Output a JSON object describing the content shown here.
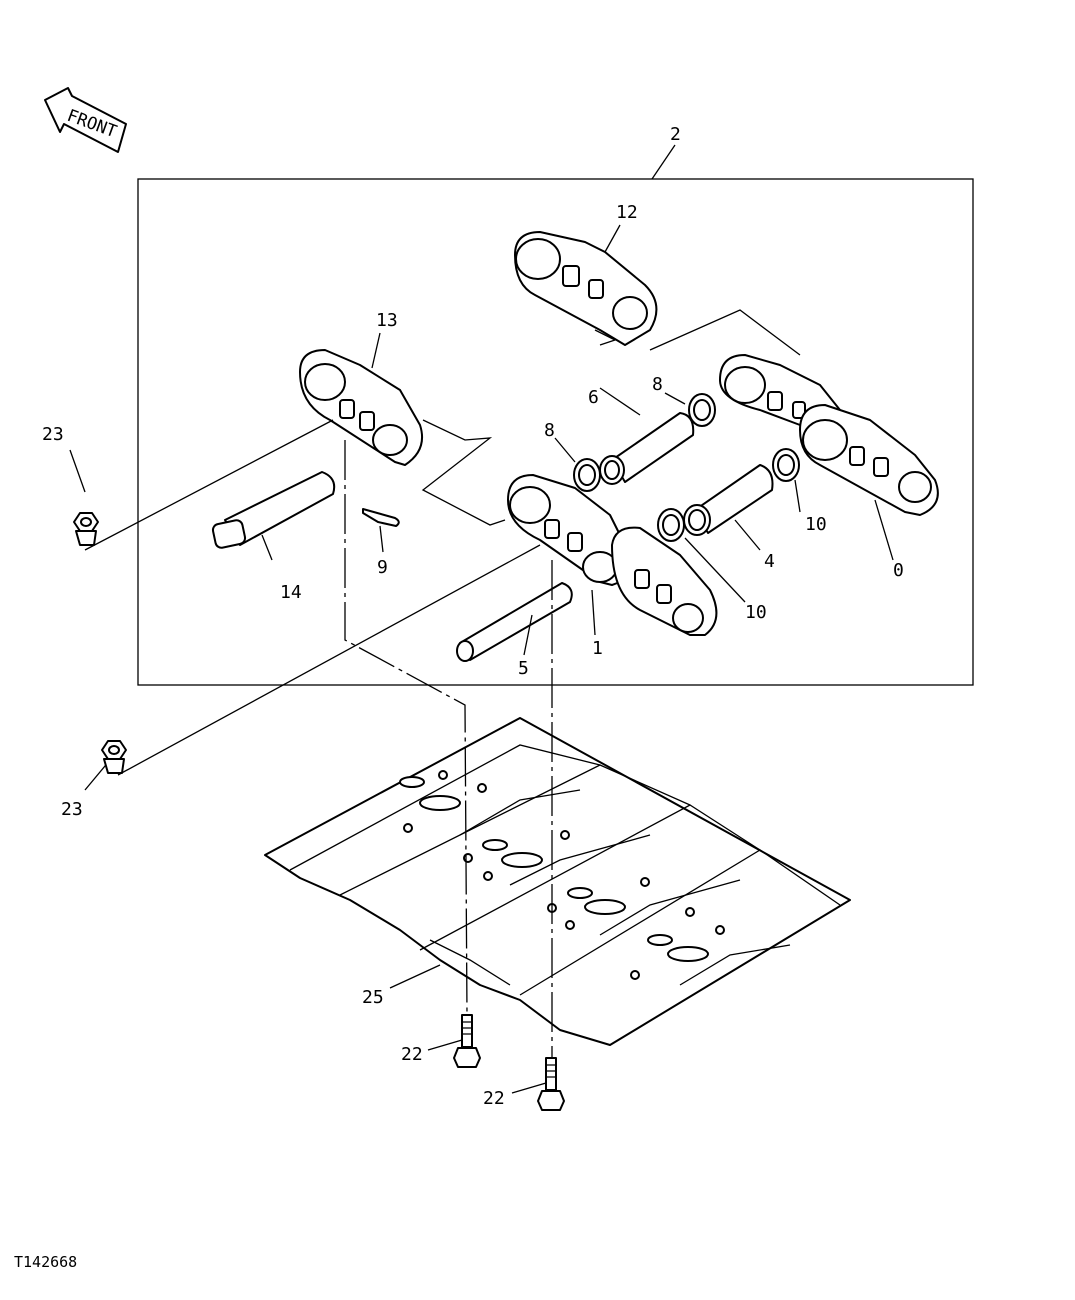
{
  "front_label": "FRONT",
  "figure_id": "T142668",
  "callouts": {
    "c0": "0",
    "c1": "1",
    "c2": "2",
    "c4": "4",
    "c5": "5",
    "c6": "6",
    "c8a": "8",
    "c8b": "8",
    "c9": "9",
    "c10a": "10",
    "c10b": "10",
    "c12": "12",
    "c13": "13",
    "c14": "14",
    "c22a": "22",
    "c22b": "22",
    "c23a": "23",
    "c23b": "23",
    "c25": "25"
  }
}
